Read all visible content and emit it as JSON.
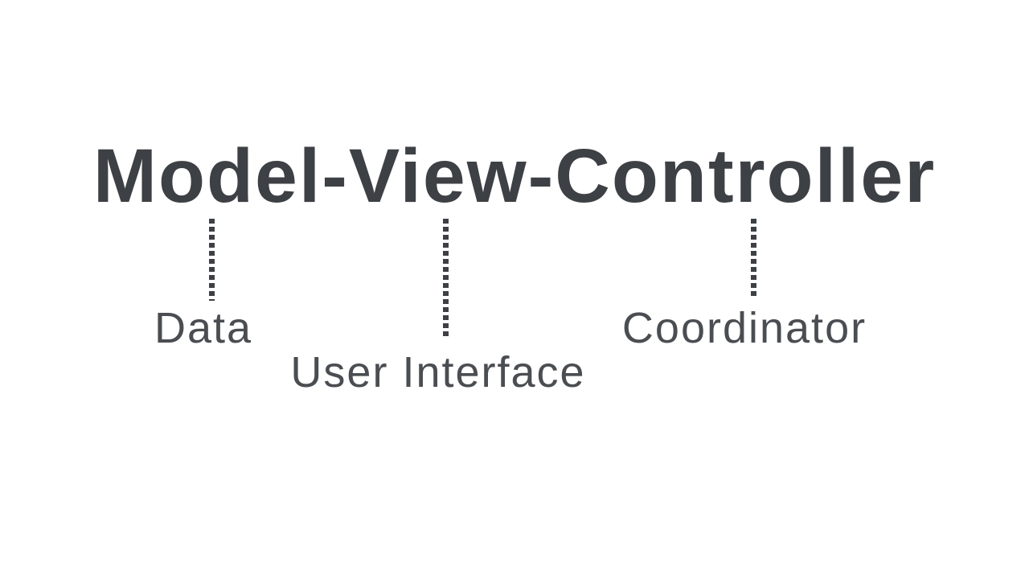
{
  "slide": {
    "title": "Model-View-Controller",
    "annotations": [
      {
        "word": "Model",
        "label": "Data"
      },
      {
        "word": "View",
        "label": "User Interface"
      },
      {
        "word": "Controller",
        "label": "Coordinator"
      }
    ],
    "colors": {
      "background": "#ffffff",
      "title_text": "#3d4044",
      "label_text": "#4a4d51",
      "connector": "#3d4044"
    }
  }
}
